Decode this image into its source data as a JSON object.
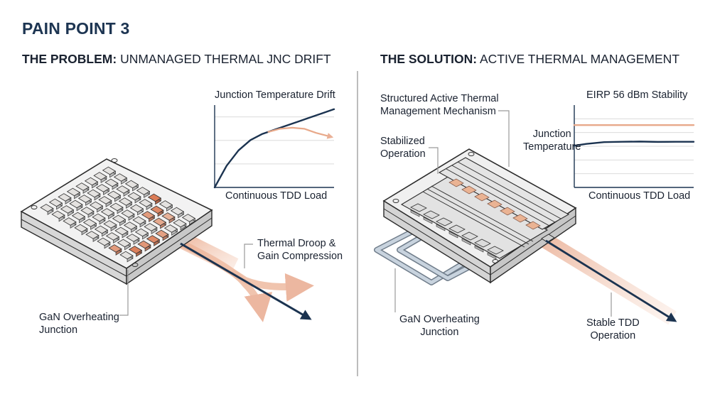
{
  "page": {
    "title": "PAIN POINT 3"
  },
  "problem": {
    "heading_bold": "THE PROBLEM:",
    "heading_rest": " UNMANAGED THERMAL JNC DRIFT",
    "labels": {
      "droop_line1": "Thermal Droop &",
      "droop_line2": "Gain Compression",
      "gan_line1": "GaN Overheating",
      "gan_line2": "Junction"
    }
  },
  "solution": {
    "heading_bold": "THE SOLUTION:",
    "heading_rest": " ACTIVE THERMAL MANAGEMENT",
    "labels": {
      "mechanism_line1": "Structured Active Thermal",
      "mechanism_line2": "Management Mechanism",
      "stabilized_line1": "Stabilized",
      "stabilized_line2": "Operation",
      "junction_line1": "Junction",
      "junction_line2": "Temperature",
      "gan_line1": "GaN Overheating",
      "gan_line2": "Junction",
      "stable_line1": "Stable TDD",
      "stable_line2": "Operation"
    }
  },
  "colors": {
    "navy": "#1b3350",
    "heat": "#e8a98a",
    "heat_dark": "#d9754f",
    "grid": "#d9d9d9",
    "divider": "#bdbdbd"
  },
  "chart_data": [
    {
      "type": "line",
      "title": "Junction Temperature Drift",
      "xlabel": "Continuous TDD Load",
      "ylabel": "",
      "xlim": [
        0,
        10
      ],
      "ylim": [
        0,
        4
      ],
      "grid": true,
      "series": [
        {
          "name": "Junction temperature",
          "color": "#1b3350",
          "x": [
            0,
            1,
            2,
            3,
            4,
            5,
            6,
            7,
            8,
            9,
            10
          ],
          "y": [
            0,
            1.05,
            1.8,
            2.3,
            2.6,
            2.8,
            3.0,
            3.2,
            3.4,
            3.6,
            3.8
          ]
        },
        {
          "name": "Output (droop)",
          "color": "#e8a98a",
          "x": [
            4.5,
            5.5,
            6.5,
            7.5,
            8.5,
            9.8
          ],
          "y": [
            2.7,
            2.85,
            2.9,
            2.85,
            2.65,
            2.45
          ]
        }
      ]
    },
    {
      "type": "line",
      "title": "EIRP 56 dBm Stability",
      "xlabel": "Continuous TDD Load",
      "ylabel": "Junction Temperature",
      "xlim": [
        0,
        10
      ],
      "ylim": [
        0,
        7
      ],
      "grid": true,
      "series": [
        {
          "name": "EIRP",
          "color": "#e8a98a",
          "x": [
            0,
            10
          ],
          "y": [
            5.3,
            5.3
          ]
        },
        {
          "name": "Junction temperature",
          "color": "#1b3350",
          "x": [
            0,
            1,
            2.5,
            4,
            5.5,
            7,
            8.5,
            10
          ],
          "y": [
            3.55,
            3.7,
            3.85,
            3.88,
            3.9,
            3.87,
            3.88,
            3.88
          ]
        }
      ]
    }
  ]
}
